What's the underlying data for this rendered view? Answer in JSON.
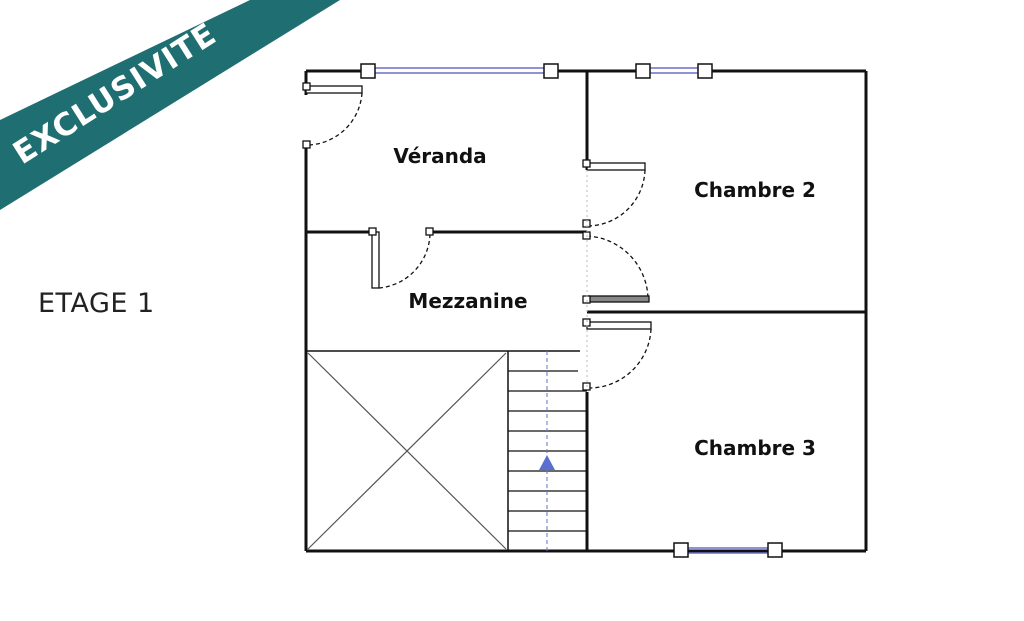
{
  "banner": {
    "text": "EXCLUSIVITÉ",
    "color": "#1f6e72"
  },
  "floor_label": "ETAGE 1",
  "rooms": {
    "veranda": "Véranda",
    "chambre2": "Chambre 2",
    "mezzanine": "Mezzanine",
    "chambre3": "Chambre 3"
  },
  "colors": {
    "walls": "#111111",
    "windows": "#6a6fc9",
    "stair_arrow": "#5b6fd1"
  }
}
